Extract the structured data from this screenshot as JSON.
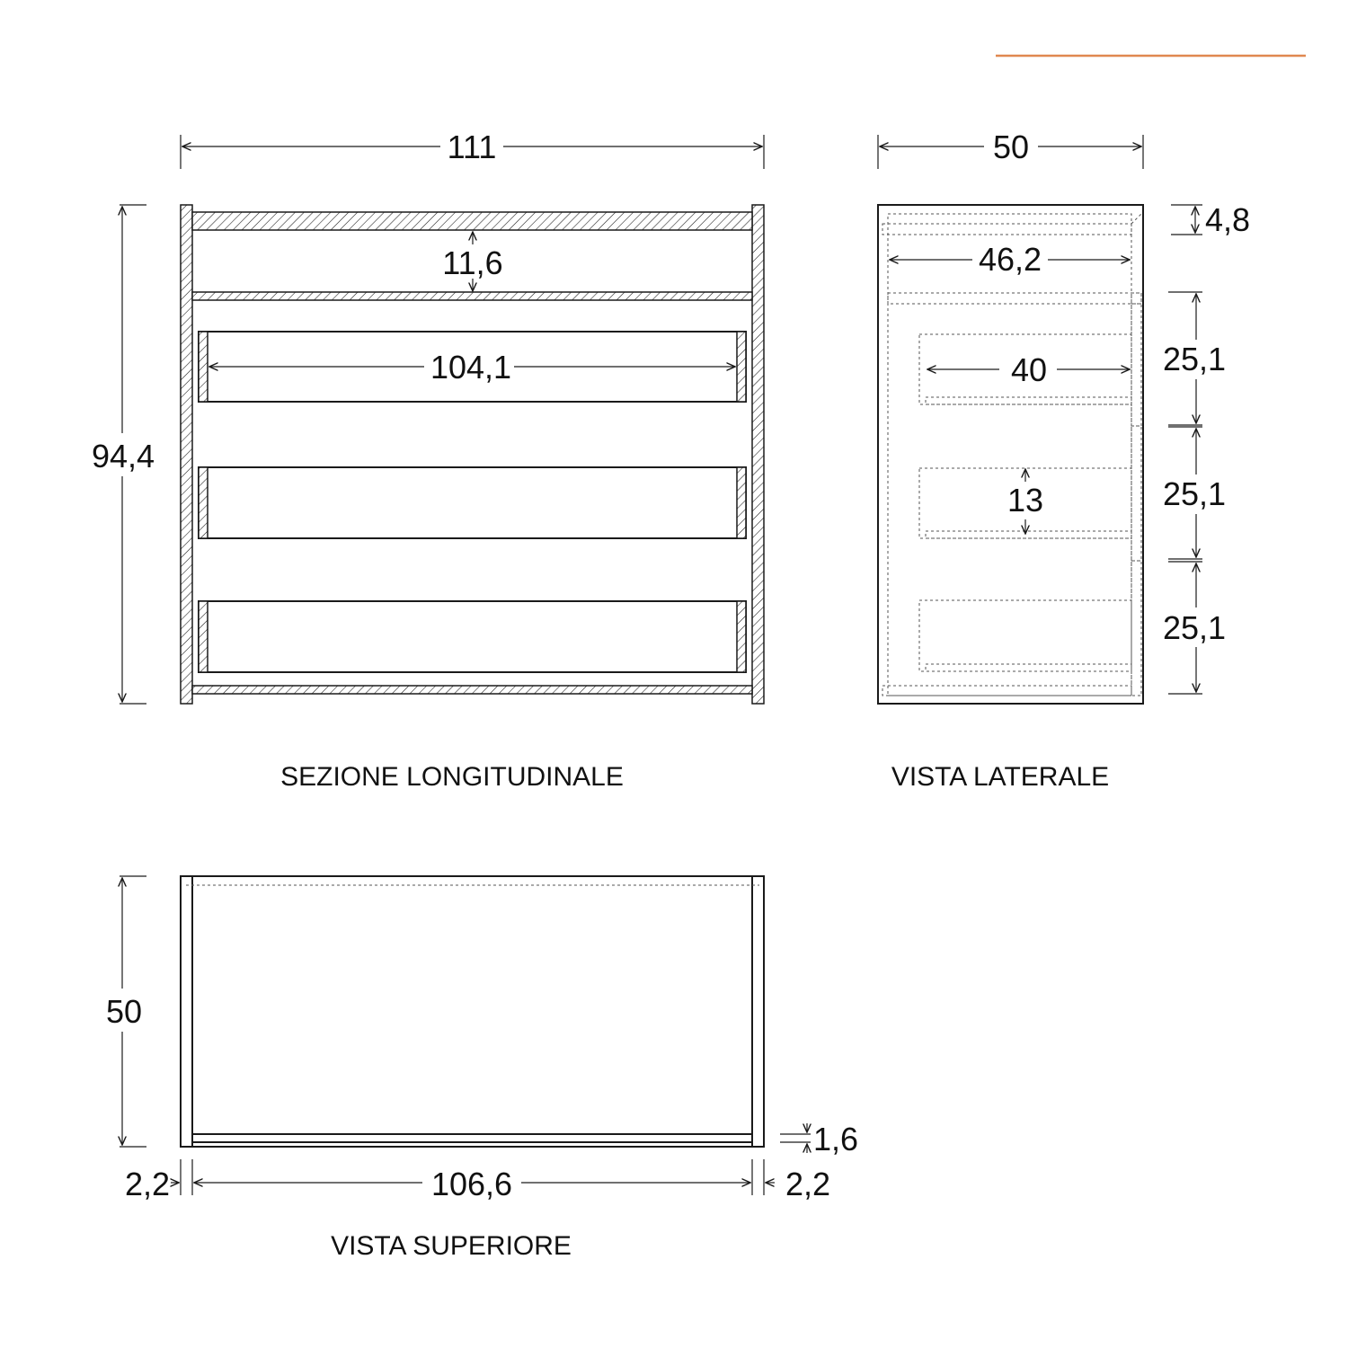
{
  "accent_color": "#e08850",
  "views": {
    "longitudinal": {
      "caption": "SEZIONE LONGITUDINALE",
      "width": "111",
      "height": "94,4",
      "top_gap": "11,6",
      "drawer_width": "104,1"
    },
    "side": {
      "caption": "VISTA LATERALE",
      "width": "50",
      "top_thickness": "4,8",
      "inner_depth": "46,2",
      "drawer_depth": "40",
      "drawer_height": "13",
      "drawer_pitch_1": "25,1",
      "drawer_pitch_2": "25,1",
      "drawer_pitch_3": "25,1"
    },
    "top": {
      "caption": "VISTA SUPERIORE",
      "depth": "50",
      "back_thickness": "1,6",
      "side_left": "2,2",
      "inner_width": "106,6",
      "side_right": "2,2"
    }
  }
}
